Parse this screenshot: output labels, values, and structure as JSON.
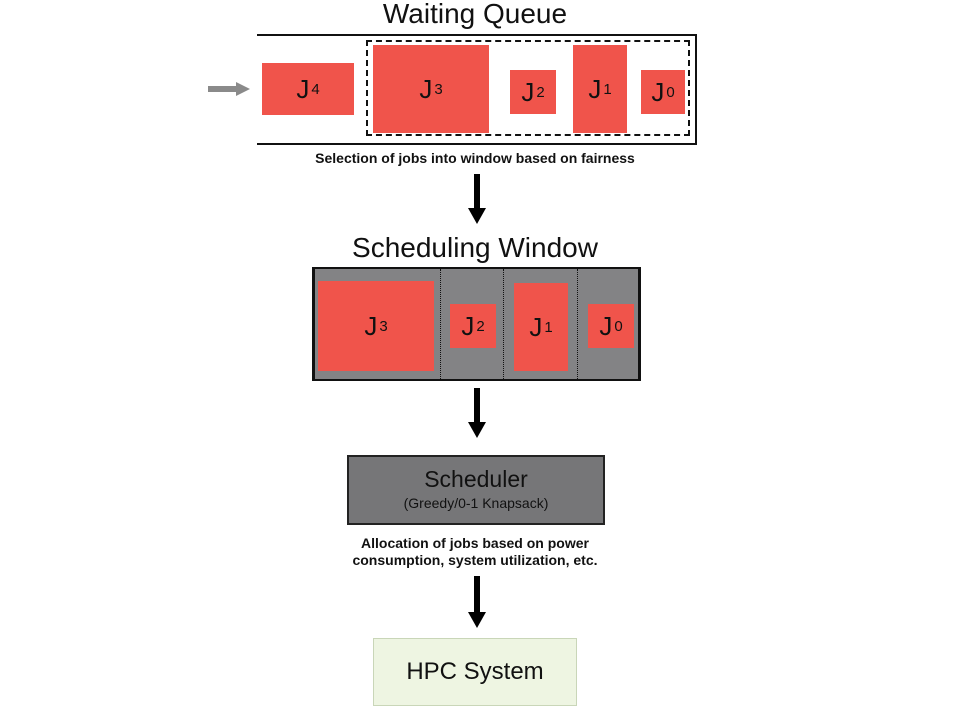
{
  "waiting_queue": {
    "title": "Waiting Queue",
    "jobs": [
      {
        "name": "J",
        "sub": "4"
      },
      {
        "name": "J",
        "sub": "3"
      },
      {
        "name": "J",
        "sub": "2"
      },
      {
        "name": "J",
        "sub": "1"
      },
      {
        "name": "J",
        "sub": "0"
      }
    ],
    "caption": "Selection of jobs into window based on fairness"
  },
  "scheduling_window": {
    "title": "Scheduling Window",
    "jobs": [
      {
        "name": "J",
        "sub": "3"
      },
      {
        "name": "J",
        "sub": "2"
      },
      {
        "name": "J",
        "sub": "1"
      },
      {
        "name": "J",
        "sub": "0"
      }
    ]
  },
  "scheduler": {
    "title": "Scheduler",
    "subtitle": "(Greedy/0-1 Knapsack)",
    "caption_line1": "Allocation of jobs based on power",
    "caption_line2": "consumption, system utilization, etc."
  },
  "hpc": {
    "label": "HPC System"
  },
  "colors": {
    "job_fill": "#f0544b",
    "window_fill": "#838385",
    "scheduler_fill": "#767678",
    "hpc_fill": "#eef5e2",
    "incoming_arrow": "#8a8a8a"
  }
}
